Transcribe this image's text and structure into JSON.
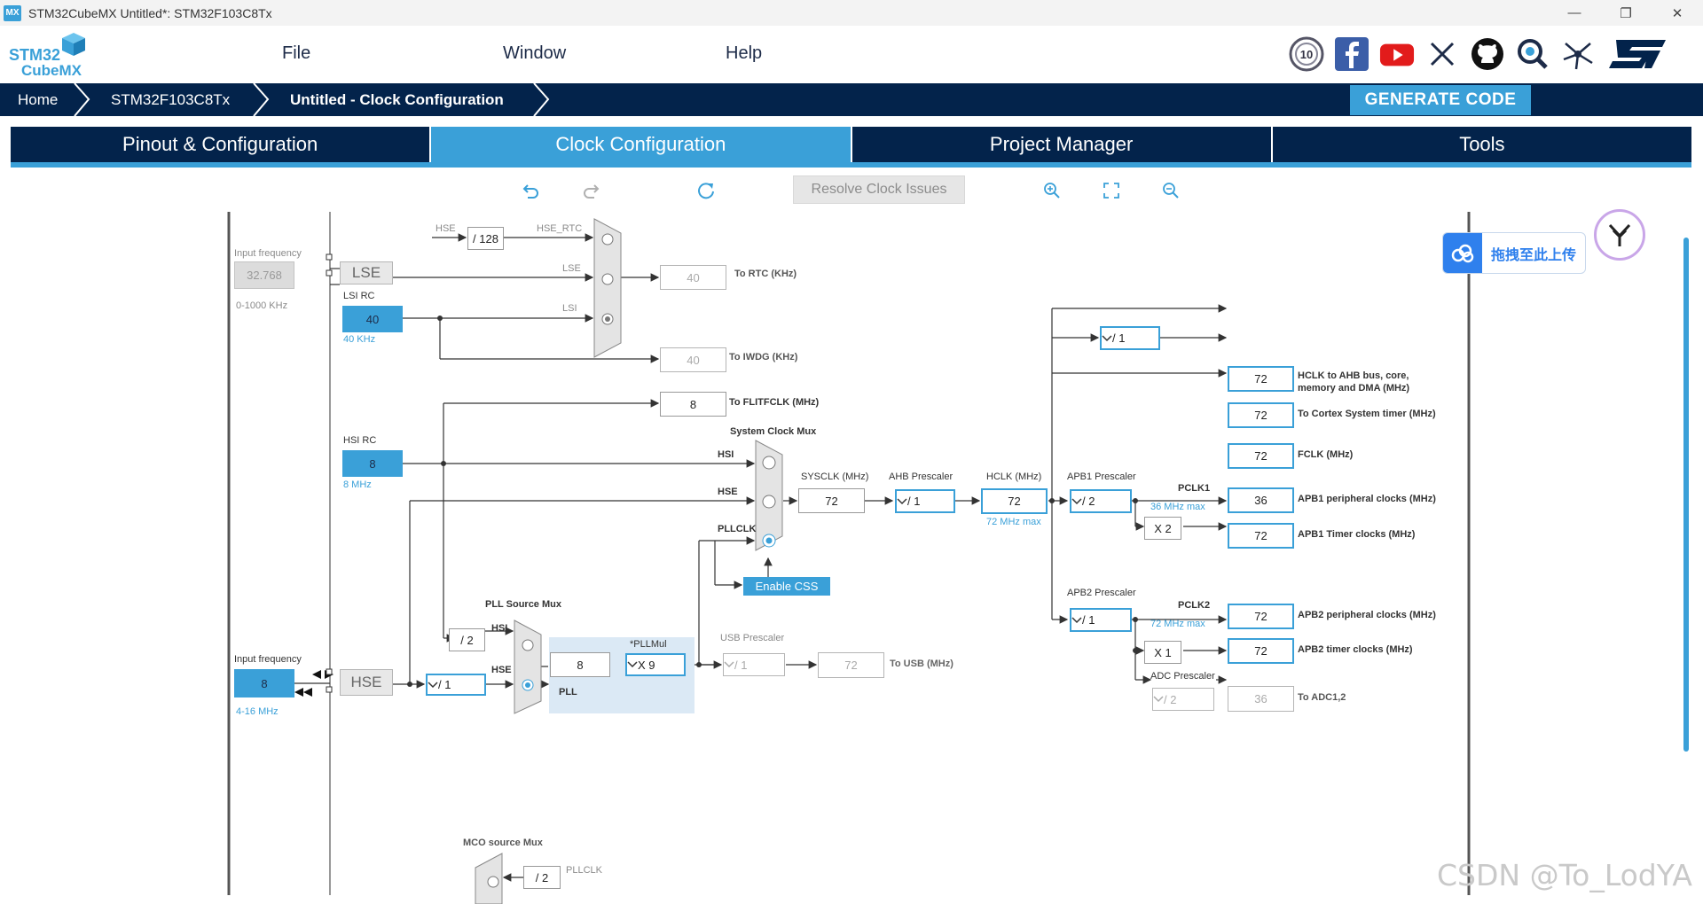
{
  "window": {
    "title": "STM32CubeMX Untitled*: STM32F103C8Tx",
    "app_icon": "MX"
  },
  "logo": {
    "line1": "STM32",
    "line2": "CubeMX"
  },
  "menu": {
    "file": "File",
    "window": "Window",
    "help": "Help"
  },
  "social_icons": [
    "anniversary-10-icon",
    "facebook-icon",
    "youtube-icon",
    "x-icon",
    "github-icon",
    "st-community-icon",
    "network-icon",
    "st-logo-icon"
  ],
  "breadcrumb": {
    "home": "Home",
    "mcu": "STM32F103C8Tx",
    "current": "Untitled - Clock Configuration"
  },
  "generate_code": "GENERATE CODE",
  "tabs": {
    "pinout": "Pinout & Configuration",
    "clock": "Clock Configuration",
    "project": "Project Manager",
    "tools": "Tools"
  },
  "toolbar": {
    "resolve": "Resolve Clock Issues"
  },
  "clock": {
    "lse_input_label": "Input frequency",
    "lse_input_value": "32.768",
    "lse_range": "0-1000 KHz",
    "lse": "LSE",
    "lsi_rc": "LSI RC",
    "lsi_value": "40",
    "lsi_khz": "40 KHz",
    "hse_rtc_in": "HSE",
    "div128": "/ 128",
    "hse_rtc": "HSE_RTC",
    "lse_line": "LSE",
    "lsi_line": "LSI",
    "rtc_value": "40",
    "rtc_label": "To RTC (KHz)",
    "iwdg_value": "40",
    "iwdg_label": "To IWDG (KHz)",
    "flit_value": "8",
    "flit_label": "To FLITFCLK (MHz)",
    "hsi_rc": "HSI RC",
    "hsi_value": "8",
    "hsi_mhz": "8 MHz",
    "sys_mux": "System Clock Mux",
    "mux_hsi": "HSI",
    "mux_hse": "HSE",
    "mux_pll": "PLLCLK",
    "enable_css": "Enable CSS",
    "sysclk_label": "SYSCLK (MHz)",
    "sysclk": "72",
    "ahb_label": "AHB Prescaler",
    "ahb": "/ 1",
    "hclk_label": "HCLK (MHz)",
    "hclk": "72",
    "hclk_max": "72 MHz max",
    "apb1_label": "APB1 Prescaler",
    "apb1": "/ 2",
    "pclk1": "PCLK1",
    "pclk1_max": "36 MHz max",
    "x2": "X 2",
    "apb2_label": "APB2 Prescaler",
    "apb2": "/ 1",
    "pclk2": "PCLK2",
    "pclk2_max": "72 MHz max",
    "x1": "X 1",
    "adc_label": "ADC Prescaler",
    "adc": "/ 2",
    "cortex_div": "/ 1",
    "outputs": [
      {
        "value": "72",
        "label": "HCLK to AHB bus, core,",
        "label2": "memory and DMA (MHz)"
      },
      {
        "value": "72",
        "label": "To Cortex System timer (MHz)"
      },
      {
        "value": "72",
        "label": "FCLK (MHz)"
      },
      {
        "value": "36",
        "label": "APB1 peripheral clocks (MHz)"
      },
      {
        "value": "72",
        "label": "APB1 Timer clocks (MHz)"
      },
      {
        "value": "72",
        "label": "APB2 peripheral clocks (MHz)"
      },
      {
        "value": "72",
        "label": "APB2 timer clocks (MHz)"
      },
      {
        "value": "36",
        "label": "To ADC1,2"
      }
    ],
    "pll_src_mux": "PLL Source Mux",
    "pll_div2": "/ 2",
    "pll_hsi": "HSI",
    "pll_hse": "HSE",
    "hse_input_label": "Input frequency",
    "hse_input_value": "8",
    "hse_range": "4-16 MHz",
    "hse": "HSE",
    "hse_div": "/ 1",
    "pll_in": "8",
    "pllmul_label": "*PLLMul",
    "pllmul": "X 9",
    "pll": "PLL",
    "usb_label": "USB Prescaler",
    "usb_div": "/ 1",
    "usb_value": "72",
    "usb_out": "To USB (MHz)",
    "mco_label": "MCO source Mux",
    "mco_div": "/ 2",
    "mco_pll": "PLLCLK"
  },
  "upload": {
    "label": "拖拽至此上传"
  },
  "watermark": "CSDN @To_LodYA",
  "colors": {
    "accent": "#3aa0d8",
    "navy": "#03234b"
  }
}
